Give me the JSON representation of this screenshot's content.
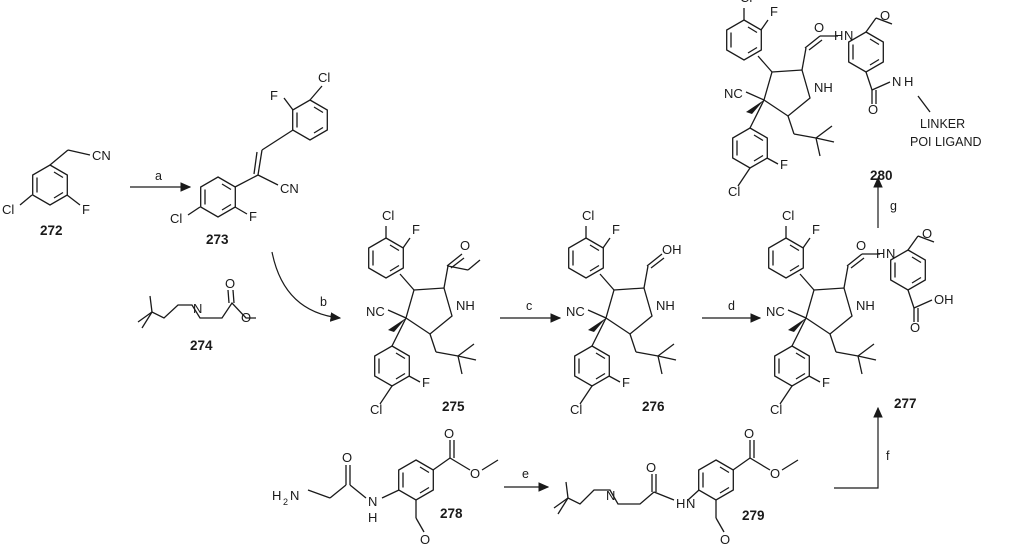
{
  "atoms": {
    "cl": "Cl",
    "f": "F",
    "cn": "CN",
    "nc": "NC",
    "nh": "NH",
    "n": "N",
    "h": "H",
    "h2n": "H",
    "h2n_full": "H",
    "oh": "OH",
    "o": "O",
    "h2": "2",
    "hn": "H"
  },
  "labels": {
    "linker": "LINKER",
    "poi": "POI LIGAND"
  },
  "compounds": {
    "c272": "272",
    "c273": "273",
    "c274": "274",
    "c275": "275",
    "c276": "276",
    "c277": "277",
    "c278": "278",
    "c279": "279",
    "c280": "280"
  },
  "steps": {
    "a": "a",
    "b": "b",
    "c": "c",
    "d": "d",
    "e": "e",
    "f": "f",
    "g": "g"
  },
  "colors": {
    "ink": "#1a1a1a",
    "background": "#ffffff"
  }
}
